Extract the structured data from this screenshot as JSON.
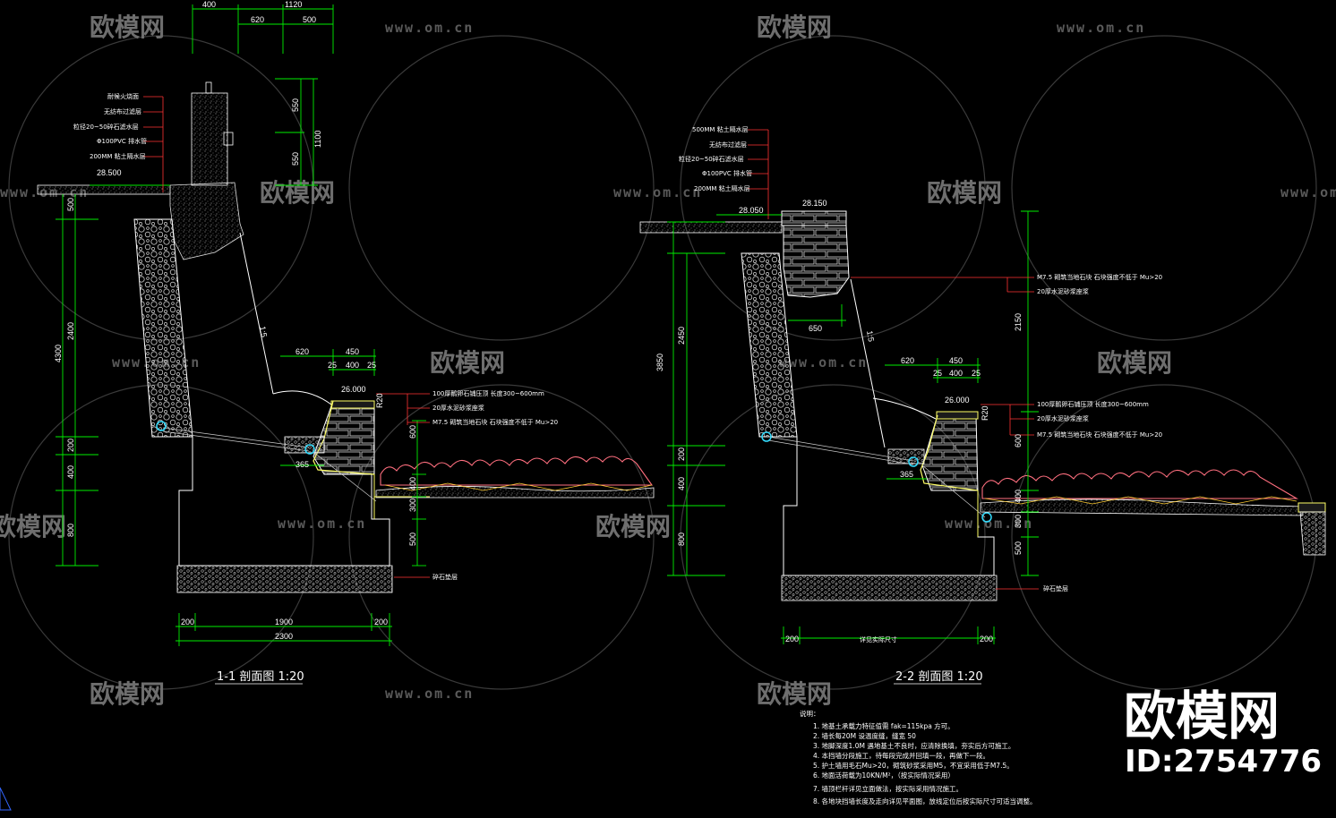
{
  "watermark": {
    "brand": "欧模网",
    "url": "www.om.cn"
  },
  "brand_logo": {
    "name": "欧模网",
    "id": "ID:2754776"
  },
  "section_1": {
    "title": "1-1 剖面图 1:20",
    "top_dims": [
      "400",
      "1120",
      "620",
      "500"
    ],
    "right_dims": [
      "550",
      "550",
      "1100"
    ],
    "left_dims": [
      "500",
      "2400",
      "4300",
      "200",
      "400",
      "800"
    ],
    "elev_top": "28.500",
    "elev_mid": "26.000",
    "slope": "1:5",
    "mid_dims": [
      "620",
      "450",
      "25",
      "400",
      "25",
      "365"
    ],
    "right_low_dims": [
      "600",
      "400",
      "300",
      "500"
    ],
    "bottom_dims": [
      "200",
      "1900",
      "200",
      "2300"
    ],
    "labels_top": [
      "耐候火烧面",
      "无纺布过滤层",
      "粒径20~50碎石滤水层",
      "Φ100PVC 排水管",
      "200MM 粘土隔水层"
    ],
    "labels_mid": [
      "100厚鹅卵石铺压顶 长度300~600mm",
      "20厚水泥砂浆座浆",
      "M7.5 砌筑当地石块 石块强度不低于 Mu>20"
    ],
    "label_base": "碎石垫层",
    "r_mark": "R20"
  },
  "section_2": {
    "title": "2-2 剖面图 1:20",
    "left_dims": [
      "2450",
      "3850",
      "200",
      "400",
      "800"
    ],
    "elev_top": "28.150",
    "elev_left": "28.050",
    "elev_mid": "26.000",
    "slope": "1:5",
    "dim_650": "650",
    "mid_dims": [
      "620",
      "450",
      "25",
      "400",
      "25",
      "365"
    ],
    "right_dims": [
      "2150",
      "600",
      "400",
      "300",
      "500"
    ],
    "bottom_dims": [
      "200",
      "详见实际尺寸",
      "200"
    ],
    "labels_top": [
      "500MM 粘土隔水层",
      "无纺布过滤层",
      "粒径20~50碎石滤水层",
      "Φ100PVC 排水管",
      "200MM 粘土隔水层"
    ],
    "labels_wall": [
      "M7.5 砌筑当地石块 石块强度不低于 Mu>20",
      "20厚水泥砂浆座浆"
    ],
    "labels_mid": [
      "100厚鹅卵石铺压顶 长度300~600mm",
      "20厚水泥砂浆座浆",
      "M7.5 砌筑当地石块 石块强度不低于 Mu>20"
    ],
    "label_base": "碎石垫层",
    "r_mark": "R20"
  },
  "notes": {
    "heading": "说明：",
    "items": [
      "1. 地基土承载力特征值需 fak=115kpa 方可。",
      "2. 墙长每20M 设温度缝，缝宽 50",
      "3. 地脚深度1.0M 遇地基土不良时，应清除换填，夯实后方可施工。",
      "4. 本挡墙分段施工，待每段完成并回填一段，再做下一段。",
      "5. 护土墙用毛石Mu>20，砌筑砂浆采用M5，不宜采用低于M7.5。",
      "6. 地面活荷载为10KN/M²，（按实际情况采用）",
      "7. 墙顶栏杆详见立面做法，按实际采用情况施工。",
      "8. 各地块挡墙长度及走向详见平面图，放线定位后按实际尺寸可适当调整。"
    ]
  }
}
